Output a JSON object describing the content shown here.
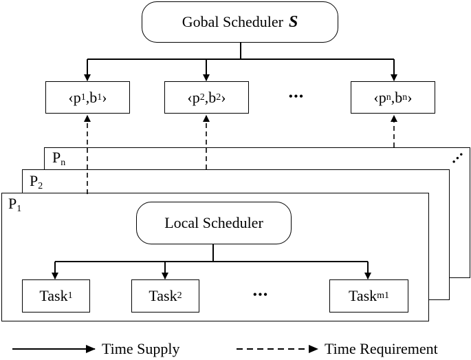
{
  "global_scheduler": {
    "label": "Gobal Scheduler",
    "symbol": "S"
  },
  "pairs": [
    {
      "p": "p",
      "p_sub": "1",
      "b": "b",
      "b_sub": "1"
    },
    {
      "p": "p",
      "p_sub": "2",
      "b": "b",
      "b_sub": "2"
    },
    {
      "p": "p",
      "p_sub": "n",
      "b": "b",
      "b_sub": "n"
    }
  ],
  "pairs_ellipsis": "•••",
  "partitions": [
    {
      "name": "P",
      "sub": "1"
    },
    {
      "name": "P",
      "sub": "2"
    },
    {
      "name": "P",
      "sub": "n"
    }
  ],
  "partitions_ellipsis": "...",
  "local_scheduler": {
    "label": "Local Scheduler"
  },
  "tasks": [
    {
      "name": "Task",
      "sub": "1"
    },
    {
      "name": "Task",
      "sub": "2"
    },
    {
      "name": "Task",
      "sub": "m1"
    }
  ],
  "tasks_ellipsis": "•••",
  "legend": {
    "supply": "Time Supply",
    "requirement": "Time Requirement"
  }
}
